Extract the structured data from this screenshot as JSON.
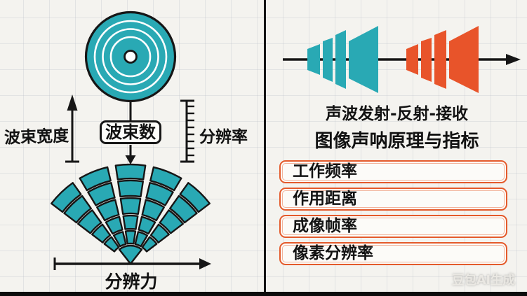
{
  "colors": {
    "teal": "#29a9b4",
    "orange": "#e8542a",
    "ink": "#161616",
    "paper": "#f4f3ef",
    "box_border": "#e45a2b"
  },
  "left": {
    "beam_width_label": "波束宽度",
    "beam_count_label": "波束数",
    "resolution_label": "分辨率",
    "resolving_label": "分辨力"
  },
  "right": {
    "wave_caption": "声波发射-反射-接收",
    "title": "图像声呐原理与指标",
    "metrics": [
      "工作频率",
      "作用距离",
      "成像帧率",
      "像素分辨率"
    ]
  },
  "watermark": "豆包AI生成"
}
